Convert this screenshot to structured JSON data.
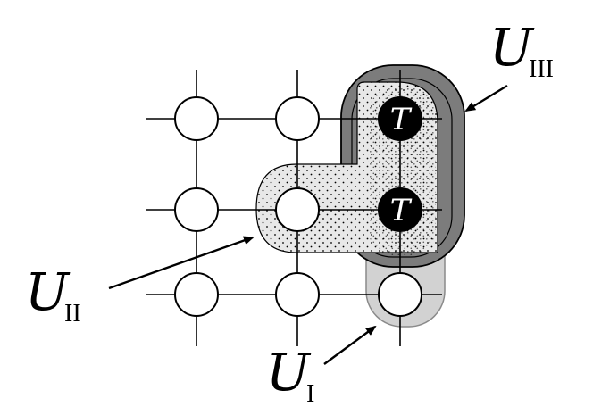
{
  "node_symbol": "T",
  "regions": {
    "u1": {
      "symbol": "U",
      "subscript": "I",
      "color": "#c8c8c8"
    },
    "u2": {
      "symbol": "U",
      "subscript": "II",
      "color": "#e6e6e6"
    },
    "u3": {
      "symbol": "U",
      "subscript": "III",
      "color": "#808080"
    }
  }
}
